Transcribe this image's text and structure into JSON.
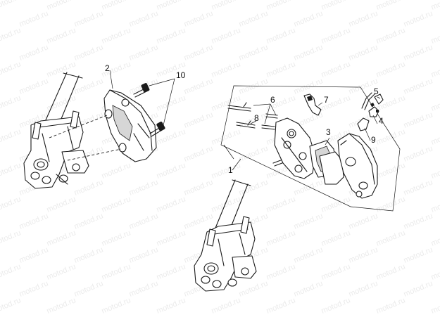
{
  "watermark": "motod.ru",
  "callouts": {
    "c1": "1",
    "c2": "2",
    "c3": "3",
    "c4": "4",
    "c5": "5",
    "c6": "6",
    "c7": "7",
    "c8": "8",
    "c9": "9",
    "c10": "10"
  },
  "colors": {
    "ink": "#1a1a1a",
    "watermark": "#ebebeb",
    "background": "#ffffff"
  }
}
